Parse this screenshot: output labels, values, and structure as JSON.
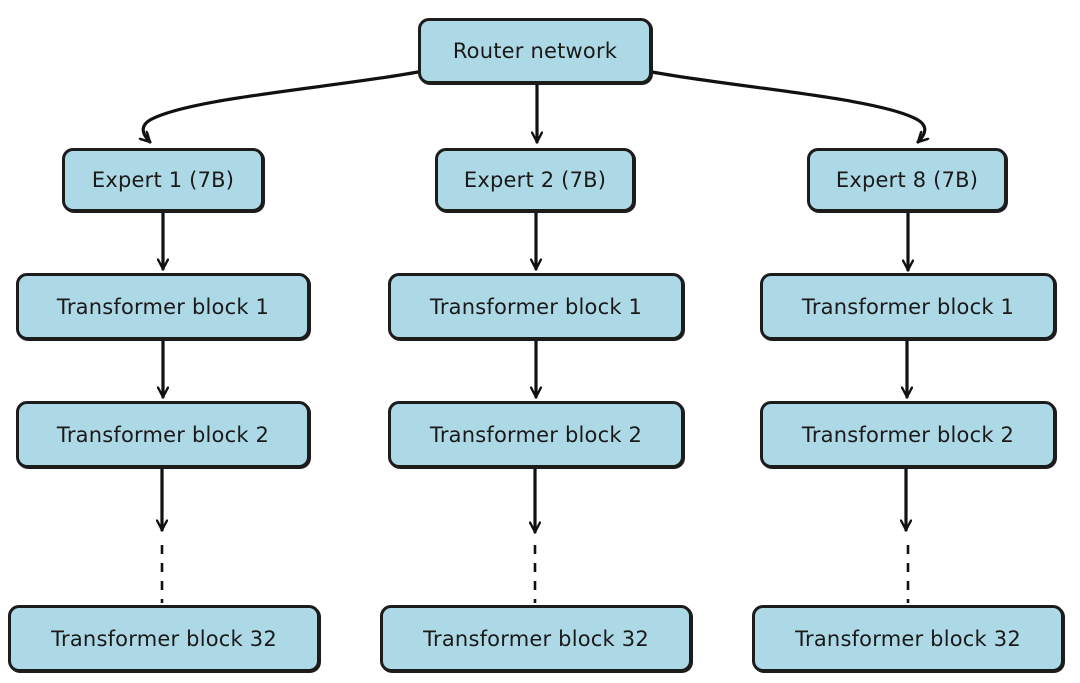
{
  "colors": {
    "node_fill": "#add8e6",
    "node_border": "#1c1c1c",
    "edge": "#111111",
    "background": "#ffffff"
  },
  "router": {
    "label": "Router network"
  },
  "columns": [
    {
      "expert": "Expert 1 (7B)",
      "blocks": [
        "Transformer block 1",
        "Transformer block 2",
        "Transformer block 32"
      ]
    },
    {
      "expert": "Expert 2 (7B)",
      "blocks": [
        "Transformer block 1",
        "Transformer block 2",
        "Transformer block 32"
      ]
    },
    {
      "expert": "Expert 8 (7B)",
      "blocks": [
        "Transformer block 1",
        "Transformer block 2",
        "Transformer block 32"
      ]
    }
  ]
}
